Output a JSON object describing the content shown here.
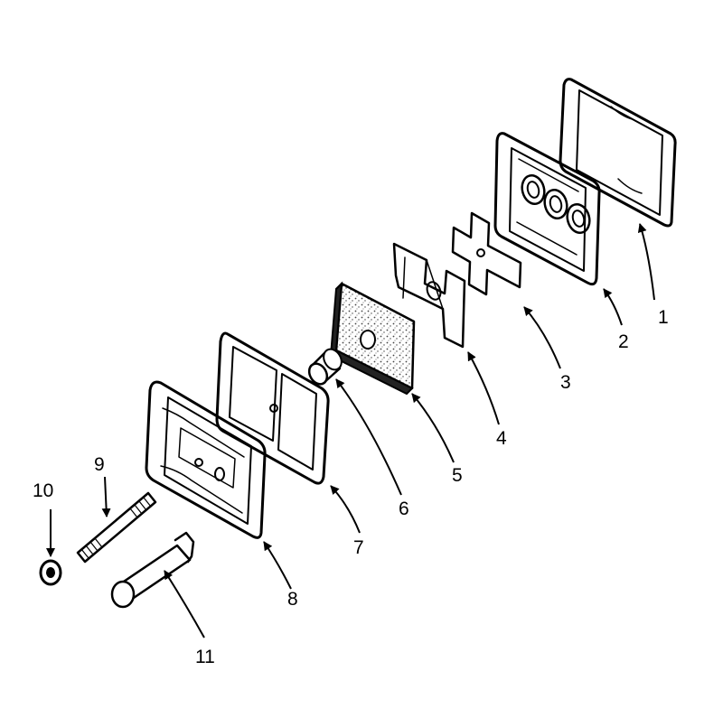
{
  "labels": {
    "p1": "1",
    "p2": "2",
    "p3": "3",
    "p4": "4",
    "p5": "5",
    "p6": "6",
    "p7": "7",
    "p8": "8",
    "p9": "9",
    "p10": "10",
    "p11": "11"
  },
  "colors": {
    "ink": "#000000",
    "paper": "#ffffff",
    "speckle": "#555555"
  }
}
